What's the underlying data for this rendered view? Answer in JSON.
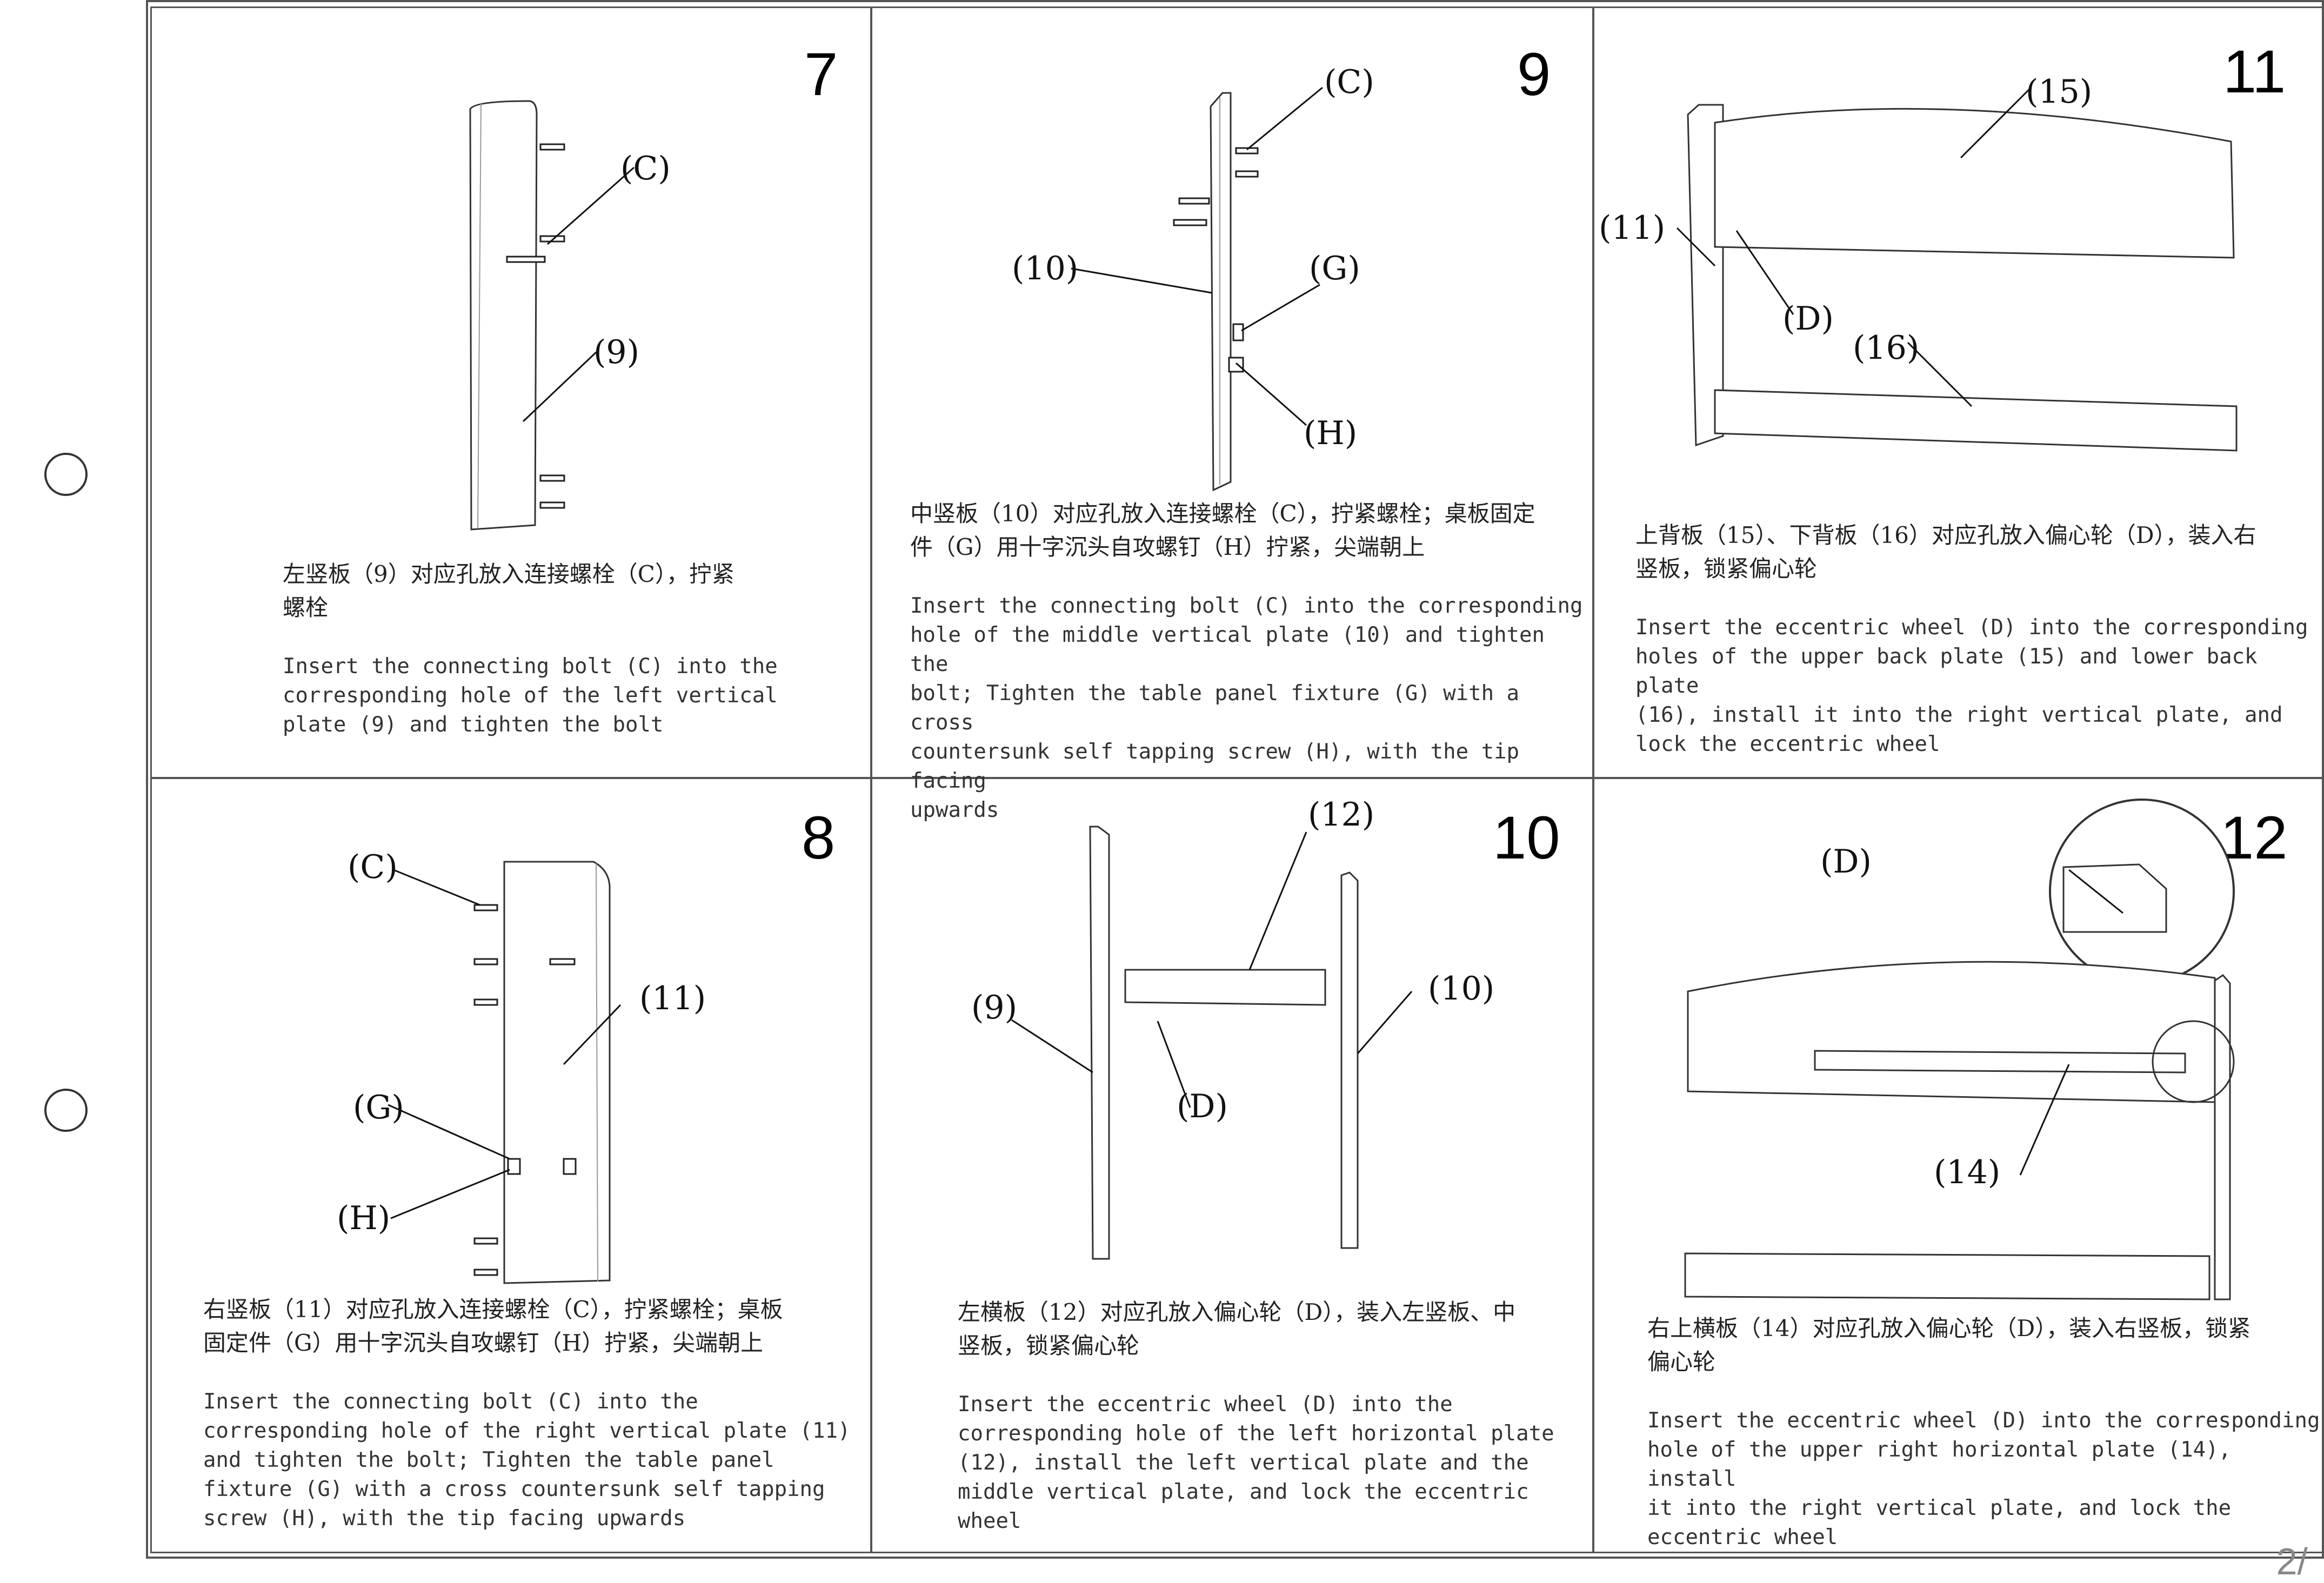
{
  "page": {
    "page_number": "2/"
  },
  "steps": [
    {
      "number": "7",
      "cn": "左竖板（9）对应孔放入连接螺栓（C），拧紧\n螺栓",
      "en": "Insert the connecting bolt (C) into the\ncorresponding hole of the left vertical\nplate (9) and tighten the bolt",
      "labels": {
        "c": "(C)",
        "p9": "(9)"
      }
    },
    {
      "number": "9",
      "cn": "中竖板（10）对应孔放入连接螺栓（C），拧紧螺栓；桌板固定\n件（G）用十字沉头自攻螺钉（H）拧紧，尖端朝上",
      "en": "Insert the connecting bolt (C) into the corresponding\nhole of the middle vertical plate (10) and tighten the\nbolt; Tighten the table panel fixture (G) with a cross\ncountersunk self tapping screw (H), with the tip facing\nupwards",
      "labels": {
        "c": "(C)",
        "p10": "(10)",
        "g": "(G)",
        "h": "(H)"
      }
    },
    {
      "number": "11",
      "cn": "上背板（15）、下背板（16）对应孔放入偏心轮（D），装入右\n竖板，锁紧偏心轮",
      "en": "Insert the eccentric wheel (D) into the corresponding\nholes of the upper back plate (15) and lower back plate\n(16), install it into the right vertical plate, and\nlock the eccentric wheel",
      "labels": {
        "p15": "(15)",
        "p11": "(11)",
        "d": "(D)",
        "p16": "(16)"
      }
    },
    {
      "number": "8",
      "cn": "右竖板（11）对应孔放入连接螺栓（C），拧紧螺栓；桌板\n固定件（G）用十字沉头自攻螺钉（H）拧紧，尖端朝上",
      "en": "Insert the connecting bolt (C) into the\ncorresponding hole of the right vertical plate (11)\nand tighten the bolt; Tighten the table panel\nfixture (G) with a cross countersunk self tapping\nscrew (H), with the tip facing upwards",
      "labels": {
        "c": "(C)",
        "p11": "(11)",
        "g": "(G)",
        "h": "(H)"
      }
    },
    {
      "number": "10",
      "cn": "左横板（12）对应孔放入偏心轮（D），装入左竖板、中\n竖板，锁紧偏心轮",
      "en": "Insert the eccentric wheel (D) into the\ncorresponding hole of the left horizontal plate\n(12), install the left vertical plate and the\nmiddle vertical plate, and lock the eccentric\nwheel",
      "labels": {
        "p12": "(12)",
        "p9": "(9)",
        "p10": "(10)",
        "d": "(D)"
      }
    },
    {
      "number": "12",
      "cn": "右上横板（14）对应孔放入偏心轮（D），装入右竖板，锁紧\n偏心轮",
      "en": "Insert the eccentric wheel (D) into the corresponding\nhole of the upper right horizontal plate (14), install\nit into the right vertical plate, and lock the\neccentric wheel",
      "labels": {
        "d": "(D)",
        "p14": "(14)"
      }
    }
  ]
}
